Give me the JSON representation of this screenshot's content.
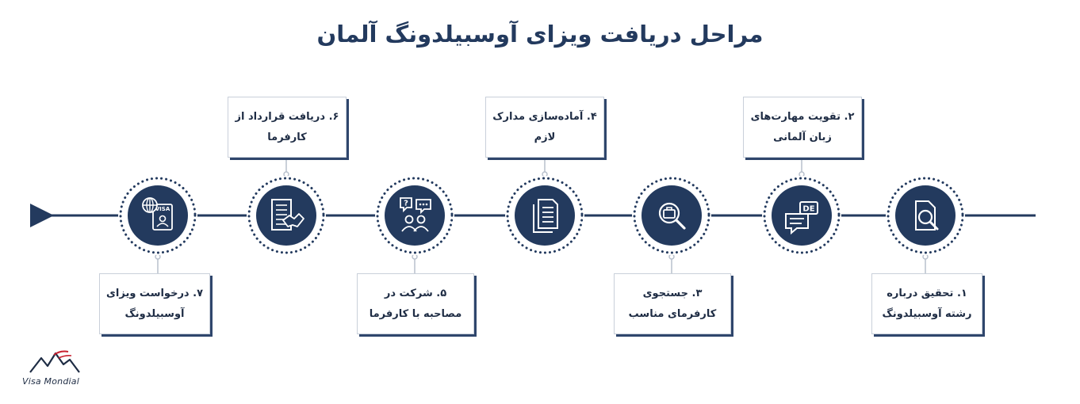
{
  "title": "مراحل دریافت ویزای آوسبیلدونگ آلمان",
  "logo": {
    "text": "Visa Mondial"
  },
  "colors": {
    "primary": "#233a5e",
    "connector": "#b8c0cc",
    "box_border": "#c9d0da"
  },
  "steps": [
    {
      "line1": "۱. تحقیق درباره",
      "line2": "رشته آوسبیلدونگ",
      "icon": "document-search-icon"
    },
    {
      "line1": "۲. تقویت مهارت‌های",
      "line2": "زبان آلمانی",
      "icon": "language-chat-icon"
    },
    {
      "line1": "۳. جستجوی",
      "line2": "کارفرمای مناسب",
      "icon": "briefcase-search-icon"
    },
    {
      "line1": "۴. آماده‌سازی مدارک",
      "line2": "لازم",
      "icon": "documents-icon"
    },
    {
      "line1": "۵. شرکت در",
      "line2": "مصاحبه با کارفرما",
      "icon": "interview-icon"
    },
    {
      "line1": "۶. دریافت قرارداد از",
      "line2": "کارفرما",
      "icon": "contract-handshake-icon"
    },
    {
      "line1": "۷. درخواست ویزای",
      "line2": "آوسبیلدونگ",
      "icon": "visa-passport-icon"
    }
  ]
}
